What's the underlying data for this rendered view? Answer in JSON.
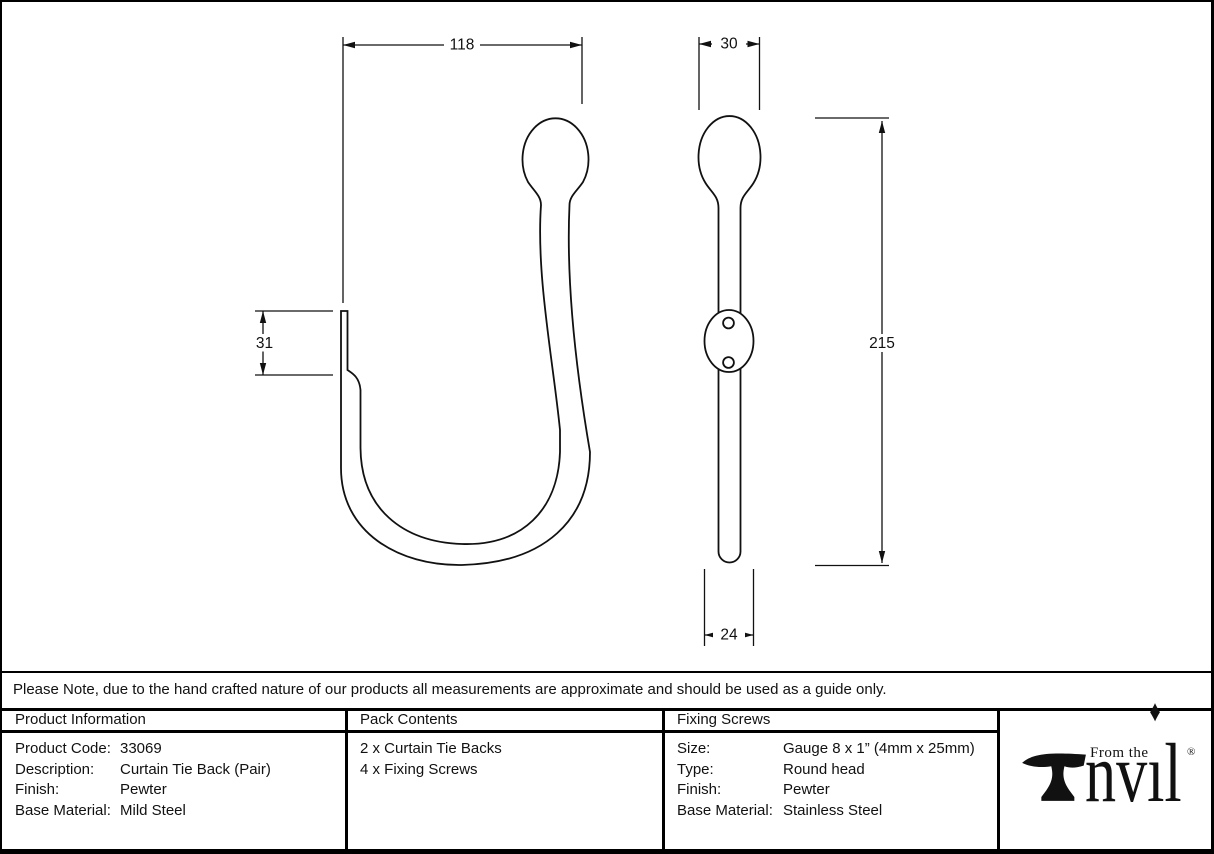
{
  "note": "Please Note, due to the hand crafted nature of our products all measurements are approximate and should be used as a guide only.",
  "dimensions": {
    "side_view": {
      "overall_width": "118",
      "tip_straight_length": "31"
    },
    "front_view": {
      "knob_width": "30",
      "overall_height": "215",
      "plate_width": "24"
    }
  },
  "table": {
    "product_information": {
      "header": "Product Information",
      "rows": [
        {
          "label": "Product Code:",
          "value": "33069"
        },
        {
          "label": "Description:",
          "value": "Curtain Tie Back (Pair)"
        },
        {
          "label": "Finish:",
          "value": "Pewter"
        },
        {
          "label": "Base Material:",
          "value": "Mild Steel"
        }
      ]
    },
    "pack_contents": {
      "header": "Pack Contents",
      "items": [
        "2 x Curtain Tie Backs",
        "4 x Fixing Screws"
      ]
    },
    "fixing_screws": {
      "header": "Fixing Screws",
      "rows": [
        {
          "label": "Size:",
          "value": "Gauge 8 x 1” (4mm x 25mm)"
        },
        {
          "label": "Type:",
          "value": "Round head"
        },
        {
          "label": "Finish:",
          "value": "Pewter"
        },
        {
          "label": "Base Material:",
          "value": "Stainless Steel"
        }
      ]
    }
  },
  "logo": {
    "prefix": "From the",
    "brand_start": "nv",
    "brand_dotless_i": "ı",
    "brand_end": "l",
    "i_dot": "♦",
    "registered": "®"
  },
  "colors": {
    "line": "#111111",
    "background": "#ffffff"
  }
}
